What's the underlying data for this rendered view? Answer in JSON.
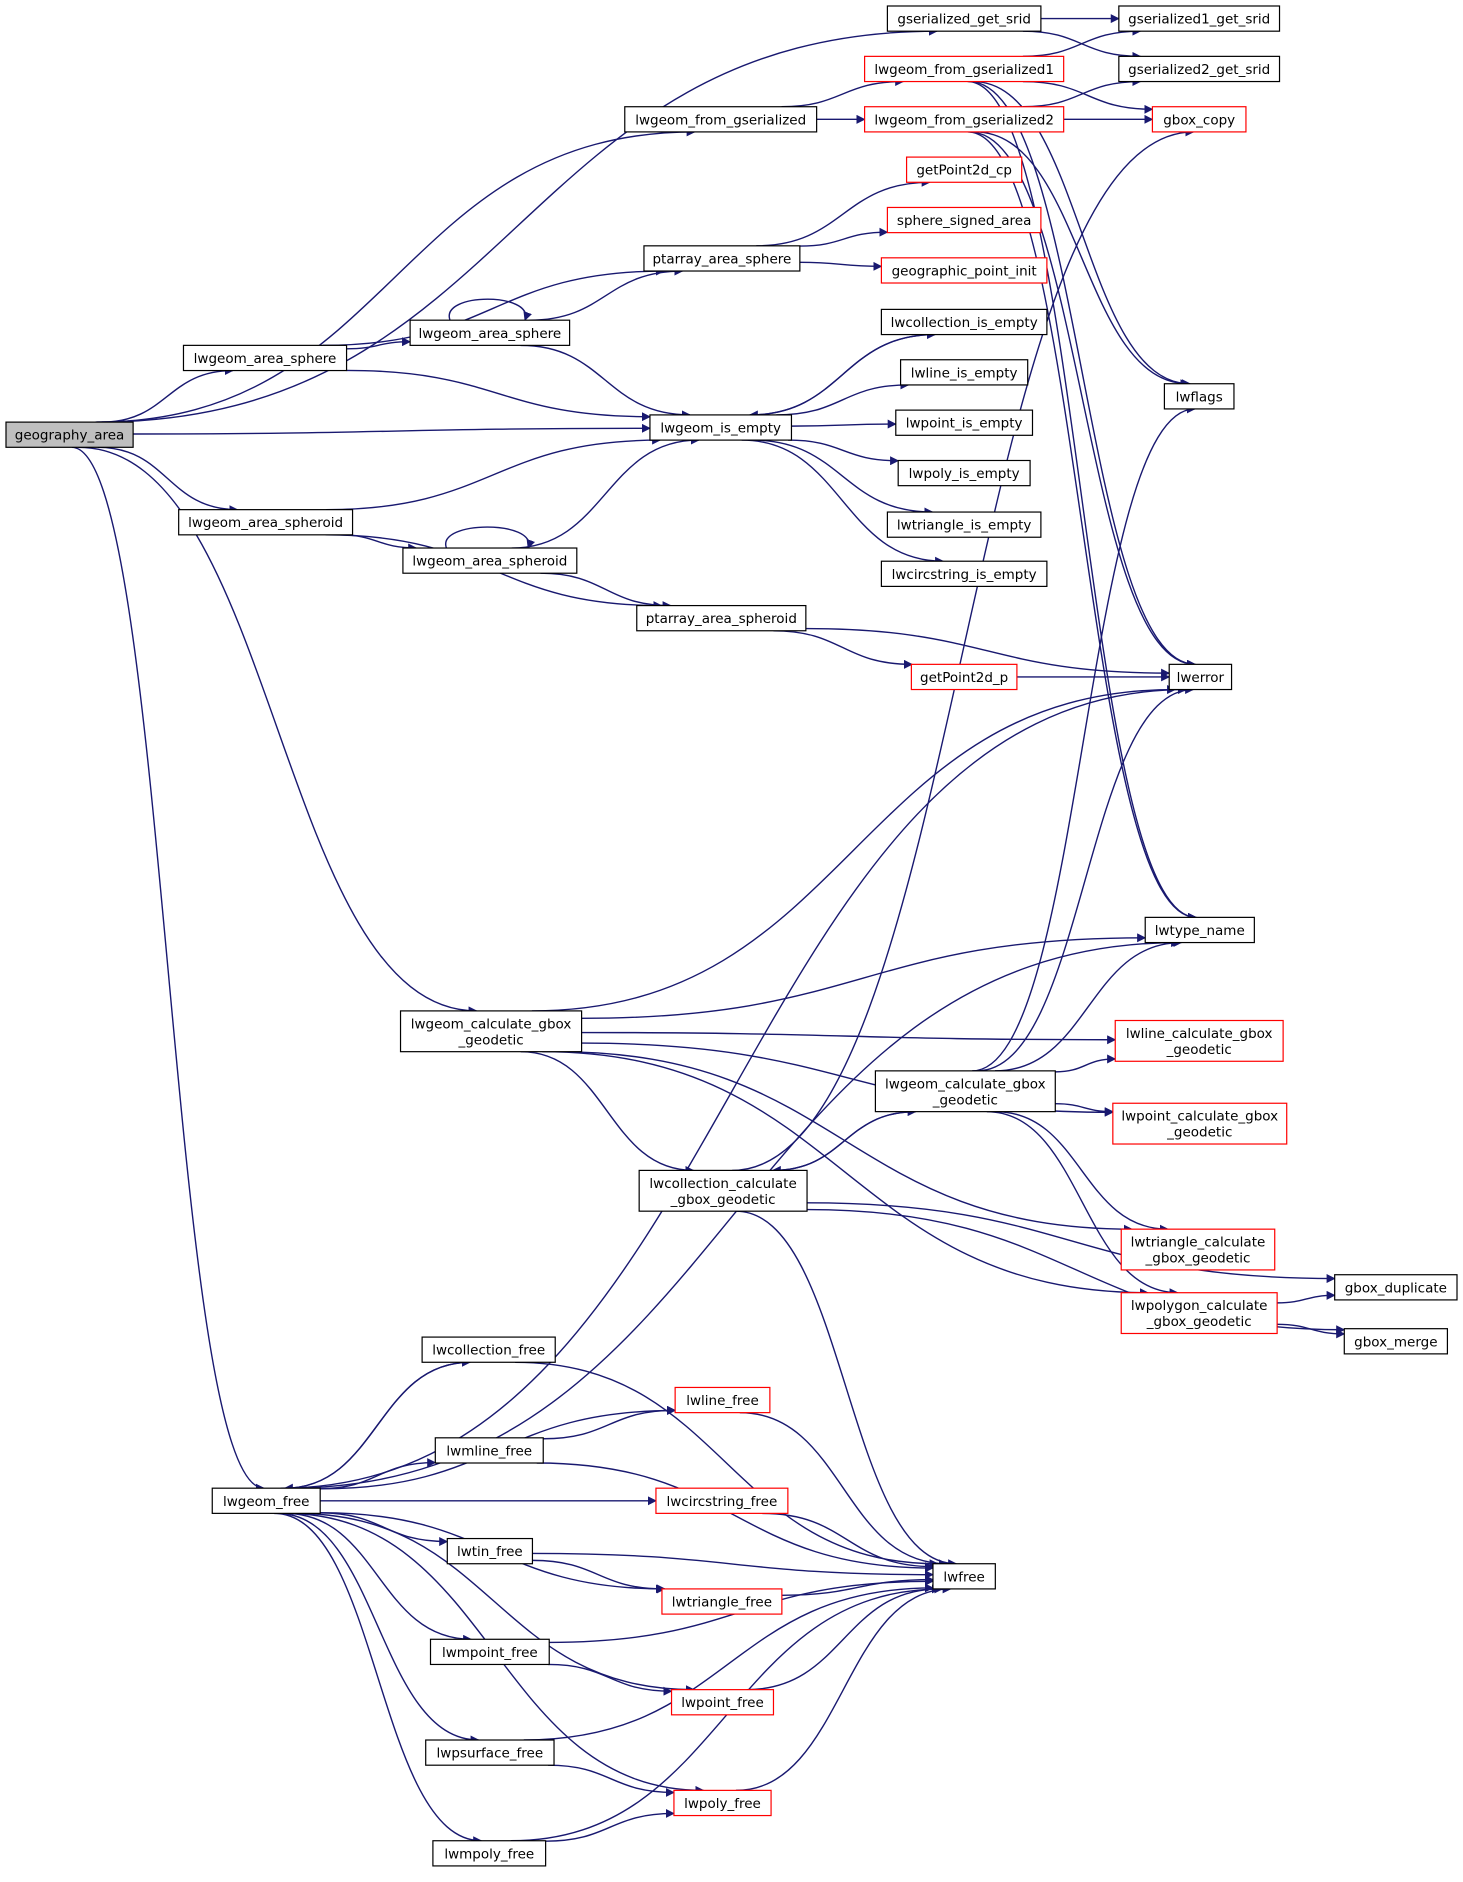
{
  "colors": {
    "edge": "#191970",
    "node_border": "#000000",
    "node_border_link": "#ff0000",
    "root_fill": "#bfbfbf",
    "node_fill": "#ffffff"
  },
  "nodes": [
    {
      "id": "geography_area",
      "label": "geography_area",
      "style": "root"
    },
    {
      "id": "gserialized_get_srid",
      "label": "gserialized_get_srid",
      "style": "normal"
    },
    {
      "id": "gserialized1_get_srid",
      "label": "gserialized1_get_srid",
      "style": "normal"
    },
    {
      "id": "gserialized2_get_srid",
      "label": "gserialized2_get_srid",
      "style": "normal"
    },
    {
      "id": "lwgeom_from_gserialized1",
      "label": "lwgeom_from_gserialized1",
      "style": "link"
    },
    {
      "id": "lwgeom_from_gserialized",
      "label": "lwgeom_from_gserialized",
      "style": "normal"
    },
    {
      "id": "lwgeom_from_gserialized2",
      "label": "lwgeom_from_gserialized2",
      "style": "link"
    },
    {
      "id": "gbox_copy",
      "label": "gbox_copy",
      "style": "link"
    },
    {
      "id": "getPoint2d_cp",
      "label": "getPoint2d_cp",
      "style": "link"
    },
    {
      "id": "sphere_signed_area",
      "label": "sphere_signed_area",
      "style": "link"
    },
    {
      "id": "ptarray_area_sphere",
      "label": "ptarray_area_sphere",
      "style": "normal"
    },
    {
      "id": "geographic_point_init",
      "label": "geographic_point_init",
      "style": "link"
    },
    {
      "id": "lwcollection_is_empty",
      "label": "lwcollection_is_empty",
      "style": "normal"
    },
    {
      "id": "lwgeom_area_sphere2",
      "label": "lwgeom_area_sphere",
      "style": "normal"
    },
    {
      "id": "lwgeom_area_sphere",
      "label": "lwgeom_area_sphere",
      "style": "normal"
    },
    {
      "id": "lwline_is_empty",
      "label": "lwline_is_empty",
      "style": "normal"
    },
    {
      "id": "lwflags",
      "label": "lwflags",
      "style": "normal"
    },
    {
      "id": "lwgeom_is_empty",
      "label": "lwgeom_is_empty",
      "style": "normal"
    },
    {
      "id": "lwpoint_is_empty",
      "label": "lwpoint_is_empty",
      "style": "normal"
    },
    {
      "id": "lwpoly_is_empty",
      "label": "lwpoly_is_empty",
      "style": "normal"
    },
    {
      "id": "lwgeom_area_spheroid",
      "label": "lwgeom_area_spheroid",
      "style": "normal"
    },
    {
      "id": "lwtriangle_is_empty",
      "label": "lwtriangle_is_empty",
      "style": "normal"
    },
    {
      "id": "lwgeom_area_spheroid2",
      "label": "lwgeom_area_spheroid",
      "style": "normal"
    },
    {
      "id": "lwcircstring_is_empty",
      "label": "lwcircstring_is_empty",
      "style": "normal"
    },
    {
      "id": "ptarray_area_spheroid",
      "label": "ptarray_area_spheroid",
      "style": "normal"
    },
    {
      "id": "getPoint2d_p",
      "label": "getPoint2d_p",
      "style": "link"
    },
    {
      "id": "lwerror",
      "label": "lwerror",
      "style": "normal"
    },
    {
      "id": "lwtype_name",
      "label": "lwtype_name",
      "style": "normal"
    },
    {
      "id": "lwgeom_calculate_gbox_geodetic",
      "label": [
        "lwgeom_calculate_gbox",
        "_geodetic"
      ],
      "style": "normal"
    },
    {
      "id": "lwline_calculate_gbox_geodetic",
      "label": [
        "lwline_calculate_gbox",
        "_geodetic"
      ],
      "style": "link"
    },
    {
      "id": "lwgeom_calculate_gbox_geodetic2",
      "label": [
        "lwgeom_calculate_gbox",
        "_geodetic"
      ],
      "style": "normal"
    },
    {
      "id": "lwpoint_calculate_gbox_geodetic",
      "label": [
        "lwpoint_calculate_gbox",
        "_geodetic"
      ],
      "style": "link"
    },
    {
      "id": "lwcollection_calculate_gbox_geodetic",
      "label": [
        "lwcollection_calculate",
        "_gbox_geodetic"
      ],
      "style": "normal"
    },
    {
      "id": "lwtriangle_calculate_gbox_geodetic",
      "label": [
        "lwtriangle_calculate",
        "_gbox_geodetic"
      ],
      "style": "link"
    },
    {
      "id": "gbox_duplicate",
      "label": "gbox_duplicate",
      "style": "normal"
    },
    {
      "id": "lwpolygon_calculate_gbox_geodetic",
      "label": [
        "lwpolygon_calculate",
        "_gbox_geodetic"
      ],
      "style": "link"
    },
    {
      "id": "gbox_merge",
      "label": "gbox_merge",
      "style": "normal"
    },
    {
      "id": "lwcollection_free",
      "label": "lwcollection_free",
      "style": "normal"
    },
    {
      "id": "lwline_free",
      "label": "lwline_free",
      "style": "link"
    },
    {
      "id": "lwmline_free",
      "label": "lwmline_free",
      "style": "normal"
    },
    {
      "id": "lwgeom_free",
      "label": "lwgeom_free",
      "style": "normal"
    },
    {
      "id": "lwcircstring_free",
      "label": "lwcircstring_free",
      "style": "link"
    },
    {
      "id": "lwtin_free",
      "label": "lwtin_free",
      "style": "normal"
    },
    {
      "id": "lwfree",
      "label": "lwfree",
      "style": "normal"
    },
    {
      "id": "lwtriangle_free",
      "label": "lwtriangle_free",
      "style": "link"
    },
    {
      "id": "lwmpoint_free",
      "label": "lwmpoint_free",
      "style": "normal"
    },
    {
      "id": "lwpoint_free",
      "label": "lwpoint_free",
      "style": "link"
    },
    {
      "id": "lwpsurface_free",
      "label": "lwpsurface_free",
      "style": "normal"
    },
    {
      "id": "lwpoly_free",
      "label": "lwpoly_free",
      "style": "link"
    },
    {
      "id": "lwmpoly_free",
      "label": "lwmpoly_free",
      "style": "normal"
    }
  ],
  "edges": [
    [
      "geography_area",
      "gserialized_get_srid"
    ],
    [
      "geography_area",
      "lwgeom_from_gserialized"
    ],
    [
      "geography_area",
      "lwgeom_area_sphere"
    ],
    [
      "geography_area",
      "lwgeom_is_empty"
    ],
    [
      "geography_area",
      "lwgeom_area_spheroid"
    ],
    [
      "geography_area",
      "lwgeom_calculate_gbox_geodetic"
    ],
    [
      "geography_area",
      "lwgeom_free"
    ],
    [
      "gserialized_get_srid",
      "gserialized1_get_srid"
    ],
    [
      "gserialized_get_srid",
      "gserialized2_get_srid"
    ],
    [
      "lwgeom_from_gserialized",
      "lwgeom_from_gserialized1"
    ],
    [
      "lwgeom_from_gserialized",
      "lwgeom_from_gserialized2"
    ],
    [
      "lwgeom_from_gserialized1",
      "gserialized1_get_srid"
    ],
    [
      "lwgeom_from_gserialized1",
      "gbox_copy"
    ],
    [
      "lwgeom_from_gserialized1",
      "lwflags"
    ],
    [
      "lwgeom_from_gserialized1",
      "lwerror"
    ],
    [
      "lwgeom_from_gserialized1",
      "lwtype_name"
    ],
    [
      "lwgeom_from_gserialized2",
      "gserialized2_get_srid"
    ],
    [
      "lwgeom_from_gserialized2",
      "gbox_copy"
    ],
    [
      "lwgeom_from_gserialized2",
      "lwflags"
    ],
    [
      "lwgeom_from_gserialized2",
      "lwerror"
    ],
    [
      "lwgeom_from_gserialized2",
      "lwtype_name"
    ],
    [
      "lwgeom_area_sphere",
      "ptarray_area_sphere"
    ],
    [
      "lwgeom_area_sphere",
      "lwgeom_area_sphere2"
    ],
    [
      "lwgeom_area_sphere",
      "lwgeom_is_empty"
    ],
    [
      "lwgeom_area_sphere2",
      "lwgeom_area_sphere2"
    ],
    [
      "lwgeom_area_sphere2",
      "ptarray_area_sphere"
    ],
    [
      "lwgeom_area_sphere2",
      "lwgeom_is_empty"
    ],
    [
      "ptarray_area_sphere",
      "getPoint2d_cp"
    ],
    [
      "ptarray_area_sphere",
      "sphere_signed_area"
    ],
    [
      "ptarray_area_sphere",
      "geographic_point_init"
    ],
    [
      "lwgeom_is_empty",
      "lwcollection_is_empty"
    ],
    [
      "lwgeom_is_empty",
      "lwline_is_empty"
    ],
    [
      "lwgeom_is_empty",
      "lwpoint_is_empty"
    ],
    [
      "lwgeom_is_empty",
      "lwpoly_is_empty"
    ],
    [
      "lwgeom_is_empty",
      "lwtriangle_is_empty"
    ],
    [
      "lwgeom_is_empty",
      "lwcircstring_is_empty"
    ],
    [
      "lwcollection_is_empty",
      "lwgeom_is_empty"
    ],
    [
      "lwgeom_area_spheroid",
      "lwgeom_is_empty"
    ],
    [
      "lwgeom_area_spheroid",
      "lwgeom_area_spheroid2"
    ],
    [
      "lwgeom_area_spheroid",
      "ptarray_area_spheroid"
    ],
    [
      "lwgeom_area_spheroid2",
      "lwgeom_area_spheroid2"
    ],
    [
      "lwgeom_area_spheroid2",
      "lwgeom_is_empty"
    ],
    [
      "lwgeom_area_spheroid2",
      "ptarray_area_spheroid"
    ],
    [
      "ptarray_area_spheroid",
      "getPoint2d_p"
    ],
    [
      "ptarray_area_spheroid",
      "lwerror"
    ],
    [
      "getPoint2d_p",
      "lwerror"
    ],
    [
      "lwgeom_calculate_gbox_geodetic",
      "lwerror"
    ],
    [
      "lwgeom_calculate_gbox_geodetic",
      "lwtype_name"
    ],
    [
      "lwgeom_calculate_gbox_geodetic",
      "lwline_calculate_gbox_geodetic"
    ],
    [
      "lwgeom_calculate_gbox_geodetic",
      "lwpoint_calculate_gbox_geodetic"
    ],
    [
      "lwgeom_calculate_gbox_geodetic",
      "lwcollection_calculate_gbox_geodetic"
    ],
    [
      "lwgeom_calculate_gbox_geodetic",
      "lwtriangle_calculate_gbox_geodetic"
    ],
    [
      "lwgeom_calculate_gbox_geodetic",
      "lwpolygon_calculate_gbox_geodetic"
    ],
    [
      "lwgeom_calculate_gbox_geodetic2",
      "lwflags"
    ],
    [
      "lwgeom_calculate_gbox_geodetic2",
      "lwerror"
    ],
    [
      "lwgeom_calculate_gbox_geodetic2",
      "lwtype_name"
    ],
    [
      "lwgeom_calculate_gbox_geodetic2",
      "lwline_calculate_gbox_geodetic"
    ],
    [
      "lwgeom_calculate_gbox_geodetic2",
      "lwpoint_calculate_gbox_geodetic"
    ],
    [
      "lwgeom_calculate_gbox_geodetic2",
      "lwtriangle_calculate_gbox_geodetic"
    ],
    [
      "lwgeom_calculate_gbox_geodetic2",
      "lwpolygon_calculate_gbox_geodetic"
    ],
    [
      "lwgeom_calculate_gbox_geodetic2",
      "lwcollection_calculate_gbox_geodetic"
    ],
    [
      "lwcollection_calculate_gbox_geodetic",
      "lwgeom_calculate_gbox_geodetic2"
    ],
    [
      "lwcollection_calculate_gbox_geodetic",
      "gbox_copy"
    ],
    [
      "lwcollection_calculate_gbox_geodetic",
      "gbox_duplicate"
    ],
    [
      "lwcollection_calculate_gbox_geodetic",
      "gbox_merge"
    ],
    [
      "lwcollection_calculate_gbox_geodetic",
      "lwfree"
    ],
    [
      "lwpolygon_calculate_gbox_geodetic",
      "gbox_duplicate"
    ],
    [
      "lwpolygon_calculate_gbox_geodetic",
      "gbox_merge"
    ],
    [
      "lwgeom_free",
      "lwerror"
    ],
    [
      "lwgeom_free",
      "lwtype_name"
    ],
    [
      "lwgeom_free",
      "lwcollection_free"
    ],
    [
      "lwgeom_free",
      "lwline_free"
    ],
    [
      "lwgeom_free",
      "lwmline_free"
    ],
    [
      "lwgeom_free",
      "lwcircstring_free"
    ],
    [
      "lwgeom_free",
      "lwtin_free"
    ],
    [
      "lwgeom_free",
      "lwtriangle_free"
    ],
    [
      "lwgeom_free",
      "lwmpoint_free"
    ],
    [
      "lwgeom_free",
      "lwpoint_free"
    ],
    [
      "lwgeom_free",
      "lwpsurface_free"
    ],
    [
      "lwgeom_free",
      "lwpoly_free"
    ],
    [
      "lwgeom_free",
      "lwmpoly_free"
    ],
    [
      "lwcollection_free",
      "lwgeom_free"
    ],
    [
      "lwcollection_free",
      "lwfree"
    ],
    [
      "lwline_free",
      "lwfree"
    ],
    [
      "lwmline_free",
      "lwline_free"
    ],
    [
      "lwmline_free",
      "lwfree"
    ],
    [
      "lwcircstring_free",
      "lwfree"
    ],
    [
      "lwtin_free",
      "lwtriangle_free"
    ],
    [
      "lwtin_free",
      "lwfree"
    ],
    [
      "lwtriangle_free",
      "lwfree"
    ],
    [
      "lwmpoint_free",
      "lwpoint_free"
    ],
    [
      "lwmpoint_free",
      "lwfree"
    ],
    [
      "lwpoint_free",
      "lwfree"
    ],
    [
      "lwpsurface_free",
      "lwpoly_free"
    ],
    [
      "lwpsurface_free",
      "lwfree"
    ],
    [
      "lwpoly_free",
      "lwfree"
    ],
    [
      "lwmpoly_free",
      "lwpoly_free"
    ],
    [
      "lwmpoly_free",
      "lwfree"
    ]
  ]
}
